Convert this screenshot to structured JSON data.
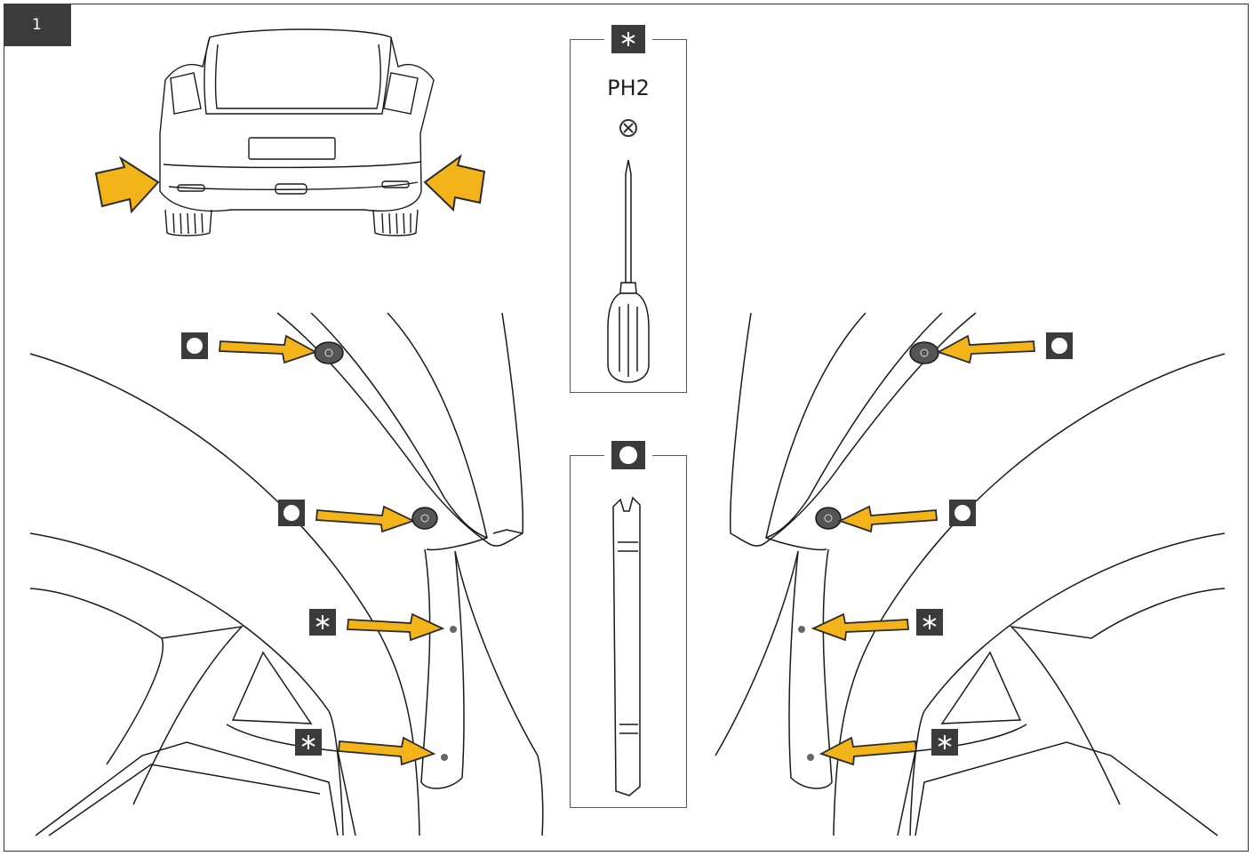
{
  "step": {
    "number": "1"
  },
  "tools": {
    "screwdriver": {
      "label": "PH2",
      "marker": "asterisk-marker",
      "bit_icon": "phillips-head-icon"
    },
    "trim_tool": {
      "marker": "circle-marker"
    }
  },
  "callouts": {
    "left_side": [
      "circle-marker",
      "circle-marker",
      "asterisk-marker",
      "asterisk-marker"
    ],
    "right_side": [
      "circle-marker",
      "circle-marker",
      "asterisk-marker",
      "asterisk-marker"
    ]
  },
  "colors": {
    "arrow": "#f2b418",
    "arrow_outline": "#2b2b2b",
    "marker": "#3b3b3b",
    "line": "#1a1a1a"
  }
}
